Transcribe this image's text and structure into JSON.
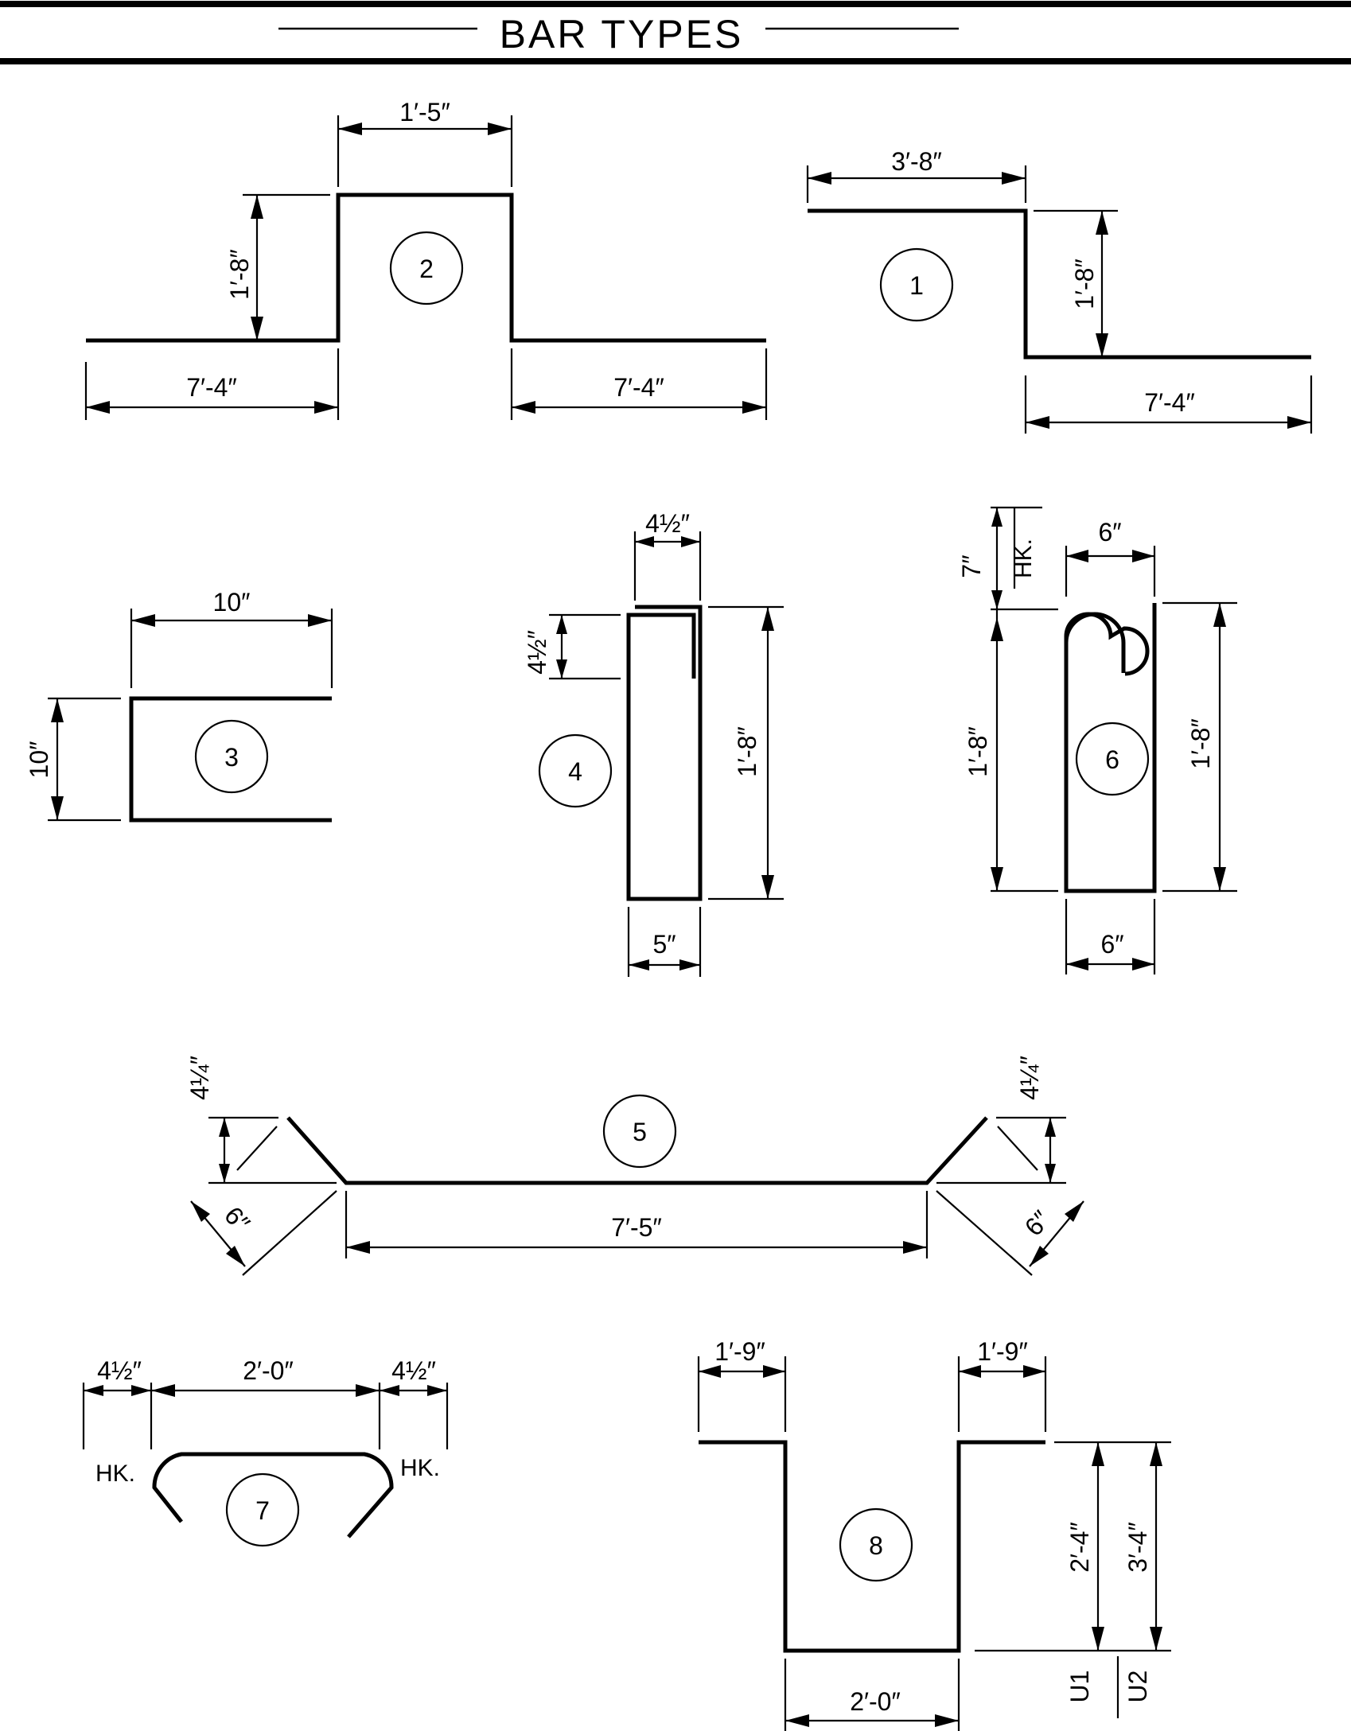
{
  "title": "BAR TYPES",
  "bars": {
    "b1": {
      "mark": "1",
      "top": "3′-8″",
      "rise": "1′-8″",
      "bottom": "7′-4″"
    },
    "b2": {
      "mark": "2",
      "top": "1′-5″",
      "rise": "1′-8″",
      "left": "7′-4″",
      "right": "7′-4″"
    },
    "b3": {
      "mark": "3",
      "width": "10″",
      "height": "10″"
    },
    "b4": {
      "mark": "4",
      "hook_width": "4½″",
      "hook_drop": "4½″",
      "height": "1′-8″",
      "width": "5″"
    },
    "b5": {
      "mark": "5",
      "left_rise": "4¼″",
      "right_rise": "4¼″",
      "left_slope": "6″",
      "right_slope": "6″",
      "length": "7′-5″"
    },
    "b6": {
      "mark": "6",
      "hook_len": "7″",
      "hook_label": "HK.",
      "top_width": "6″",
      "left_height": "1′-8″",
      "right_height": "1′-8″",
      "bottom_width": "6″"
    },
    "b7": {
      "mark": "7",
      "left_hook": "4½″",
      "length": "2′-0″",
      "right_hook": "4½″",
      "left_label": "HK.",
      "right_label": "HK."
    },
    "b8": {
      "mark": "8",
      "left_leg": "1′-9″",
      "right_leg": "1′-9″",
      "u1_height": "2′-4″",
      "u2_height": "3′-4″",
      "u1_label": "U1",
      "u2_label": "U2",
      "bottom": "2′-0″"
    }
  }
}
